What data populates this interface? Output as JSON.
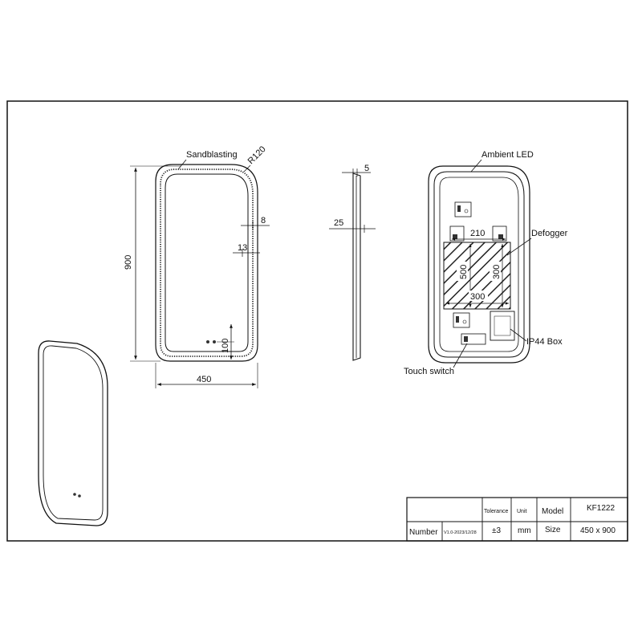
{
  "front_view": {
    "sandblasting_label": "Sandblasting",
    "radius_label": "R120",
    "height_label": "900",
    "width_label": "450",
    "dim_8": "8",
    "dim_13": "13",
    "dim_100": "100"
  },
  "side_view": {
    "dim_5": "5",
    "dim_25": "25"
  },
  "back_view": {
    "ambient_led_label": "Ambient LED",
    "defogger_label": "Defogger",
    "ip44_label": "IP44  Box",
    "touch_switch_label": "Touch switch",
    "dim_210": "210",
    "dim_500": "500",
    "dim_300_vertical": "300",
    "dim_300_horizontal": "300"
  },
  "title_block": {
    "tolerance_header": "Tolerance",
    "unit_header": "Unit",
    "model_header": "Model",
    "model_value": "KF1222",
    "number_label": "Number",
    "version_value": "V1.0-2023/12/28",
    "tolerance_value": "±3",
    "unit_value": "mm",
    "size_header": "Size",
    "size_value": "450 x 900"
  }
}
